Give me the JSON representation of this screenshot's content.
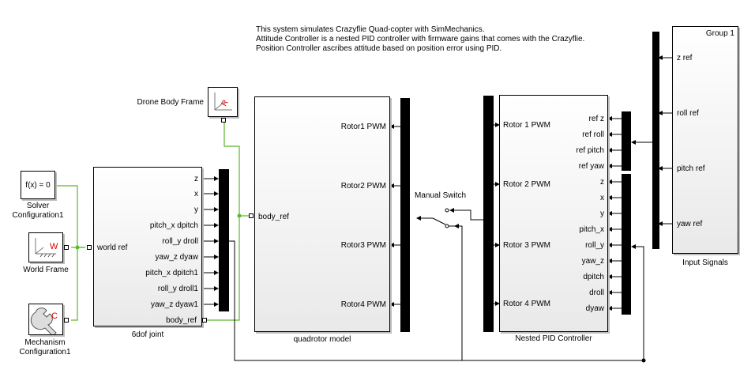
{
  "description": [
    "This system simulates Crazyflie Quad-copter with SimMechanics.",
    "Attitude Controller is a nested PID controller with firmware gains that comes with the Crazyflie.",
    "Position Controller ascribes attitude based on position error using PID."
  ],
  "blocks": {
    "drone_body_frame": "Drone Body Frame",
    "solver_configuration": [
      "Solver",
      "Configuration1"
    ],
    "solver_fx": "f(x) = 0",
    "world_frame": "World Frame",
    "mechanism_configuration": [
      "Mechanism",
      "Configuration1"
    ],
    "six_dof_joint": "6dof joint",
    "quadrotor_model": "quadrotor model",
    "nested_pid": "Nested PID Controller",
    "manual_switch": "Manual Switch",
    "input_signals": "Input Signals",
    "group": "Group 1"
  },
  "ports": {
    "six_dof_in": "world ref",
    "six_dof_out": [
      "z",
      "x",
      "y",
      "pitch_x dpitch",
      "roll_y droll",
      "yaw_z dyaw",
      "pitch_x dpitch1",
      "roll_y droll1",
      "yaw_z dyaw1",
      "body_ref"
    ],
    "quad_in": "body_ref",
    "quad_out": [
      "Rotor1 PWM",
      "Rotor2 PWM",
      "Rotor3 PWM",
      "Rotor4 PWM"
    ],
    "pid_out": [
      "Rotor 1 PWM",
      "Rotor 2 PWM",
      "Rotor 3 PWM",
      "Rotor 4 PWM"
    ],
    "pid_in": [
      "ref z",
      "ref roll",
      "ref pitch",
      "ref yaw",
      "z",
      "x",
      "y",
      "pitch_x",
      "roll_y",
      "yaw_z",
      "dpitch",
      "droll",
      "dyaw"
    ],
    "input_out": [
      "z ref",
      "roll ref",
      "pitch ref",
      "yaw ref"
    ]
  },
  "icons": {
    "world_frame_letter": "W",
    "mechanism_letter": "C",
    "body_frame_letter": "R"
  },
  "colors": {
    "physical_connection": "#5cb82b",
    "signal_line": "#000000"
  }
}
